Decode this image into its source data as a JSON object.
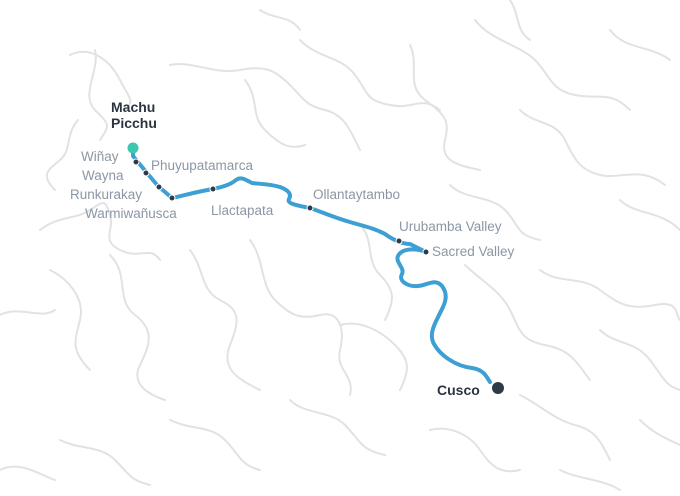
{
  "colors": {
    "route": "#3d9fd3",
    "terrain": "#e2e2e2",
    "stop": "#2f3a49",
    "start": "#3dc6b0",
    "label": "#8b97a4",
    "label_major": "#2b3442"
  },
  "route": {
    "start": "Machu Picchu",
    "end": "Cusco",
    "stops": [
      {
        "id": "machu-picchu",
        "name": "Machu Picchu",
        "name_lines": [
          "Machu",
          "Picchu"
        ],
        "kind": "start"
      },
      {
        "id": "winay",
        "name": "Wiñay",
        "kind": "waypoint"
      },
      {
        "id": "wayna",
        "name": "Wayna",
        "kind": "waypoint"
      },
      {
        "id": "runkurakay",
        "name": "Runkurakay",
        "kind": "waypoint"
      },
      {
        "id": "warmiwanusca",
        "name": "Warmiwañusca",
        "kind": "waypoint"
      },
      {
        "id": "phuyupatamarca",
        "name": "Phuyupatamarca",
        "kind": "waypoint"
      },
      {
        "id": "llactapata",
        "name": "Llactapata",
        "kind": "waypoint"
      },
      {
        "id": "ollantaytambo",
        "name": "Ollantaytambo",
        "kind": "waypoint"
      },
      {
        "id": "urubamba-valley",
        "name": "Urubamba Valley",
        "kind": "waypoint"
      },
      {
        "id": "sacred-valley",
        "name": "Sacred Valley",
        "kind": "waypoint"
      },
      {
        "id": "cusco",
        "name": "Cusco",
        "kind": "end"
      }
    ]
  }
}
